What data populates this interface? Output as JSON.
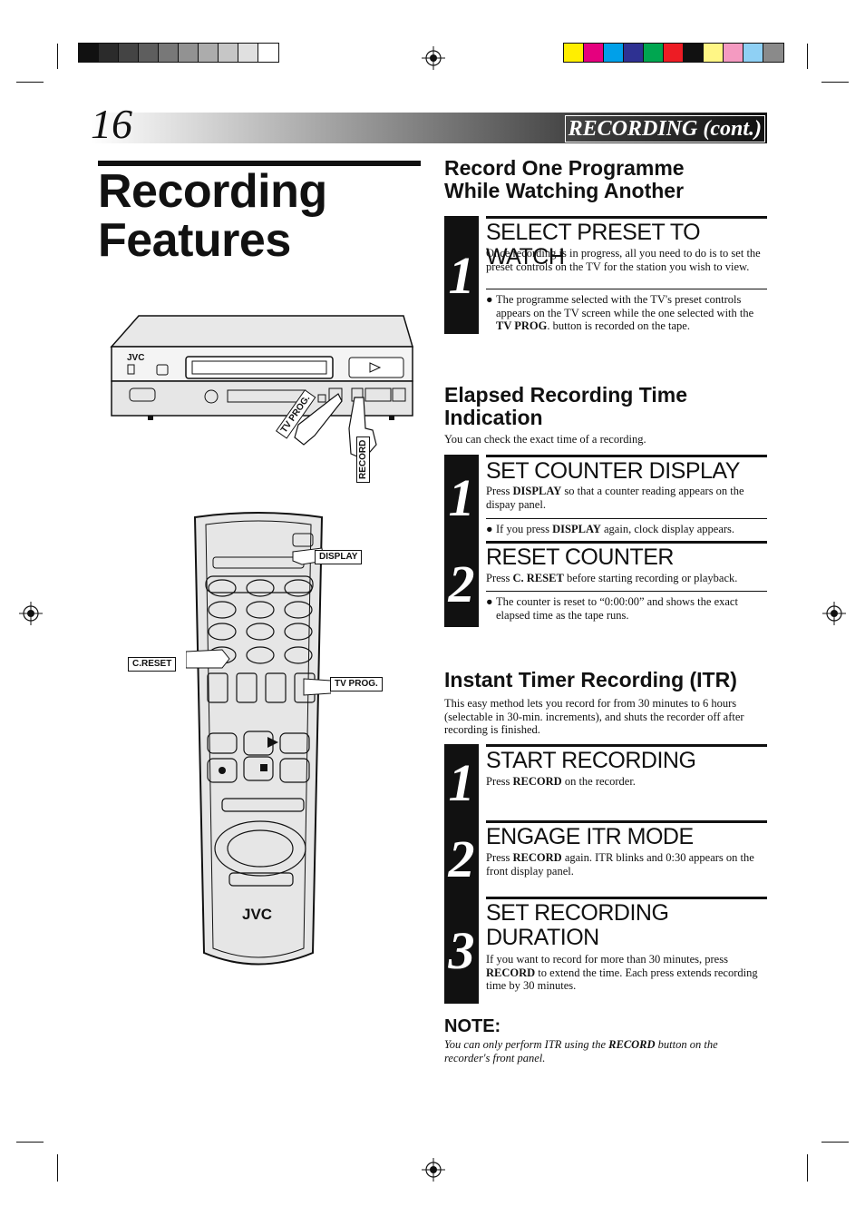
{
  "page": {
    "number": "16",
    "section": "RECORDING (cont.)",
    "title_line1": "Recording",
    "title_line2": "Features"
  },
  "colors": {
    "gray_bar": [
      "#111111",
      "#2b2b2b",
      "#444444",
      "#5e5e5e",
      "#787878",
      "#929292",
      "#acacac",
      "#c6c6c6",
      "#e0e0e0",
      "#ffffff"
    ],
    "color_bar": [
      "#ffee00",
      "#e5007e",
      "#00a0e9",
      "#2e3192",
      "#00a650",
      "#ed1c24",
      "#111111",
      "#fff685",
      "#f49ac1",
      "#8fd0f4",
      "#8a8a8a"
    ]
  },
  "illustration": {
    "vcr_brand": "JVC",
    "remote_brand": "JVC",
    "labels": {
      "tv_prog_vcr": "TV PROG.",
      "record": "RECORD",
      "display": "DISPLAY",
      "c_reset": "C.RESET",
      "tv_prog_remote": "TV PROG."
    }
  },
  "sections": {
    "one_programme": {
      "heading_line1": "Record One Programme",
      "heading_line2": "While Watching Another",
      "step1": {
        "number": "1",
        "title": "SELECT PRESET TO WATCH",
        "text": "Once recording is in progress, all you need to do is to set the preset controls on the TV for the station you wish to view.",
        "bullet_pre": "The programme selected with the TV's preset controls appears on the TV screen while the one selected with the ",
        "bullet_bold": "TV PROG",
        "bullet_post": ". button is recorded on the tape."
      }
    },
    "elapsed": {
      "heading_line1": "Elapsed Recording Time",
      "heading_line2": "Indication",
      "intro": "You can check the exact time of a recording.",
      "step1": {
        "number": "1",
        "title": "SET COUNTER DISPLAY",
        "text_pre": "Press ",
        "text_bold": "DISPLAY",
        "text_post": " so that a counter reading appears on the dispay panel.",
        "bullet_pre": "If you press ",
        "bullet_bold": "DISPLAY",
        "bullet_post": " again, clock display appears."
      },
      "step2": {
        "number": "2",
        "title": "RESET COUNTER",
        "text_pre": "Press ",
        "text_bold": "C. RESET",
        "text_post": " before starting recording or playback.",
        "bullet": "The counter is reset to “0:00:00” and shows the exact elapsed time as the tape runs."
      }
    },
    "itr": {
      "heading": "Instant Timer Recording (ITR)",
      "intro": "This easy method lets you record for from 30 minutes to 6 hours (selectable in 30-min. increments), and shuts the recorder off after recording is finished.",
      "step1": {
        "number": "1",
        "title": "START RECORDING",
        "text_pre": "Press ",
        "text_bold": "RECORD",
        "text_post": " on the recorder."
      },
      "step2": {
        "number": "2",
        "title": "ENGAGE ITR MODE",
        "text_pre": "Press ",
        "text_bold": "RECORD",
        "text_post": " again. ITR blinks and 0:30 appears on the front display panel."
      },
      "step3": {
        "number": "3",
        "title_line1": "SET RECORDING",
        "title_line2": "DURATION",
        "text_pre": "If you want to record for more than 30 minutes, press ",
        "text_bold": "RECORD",
        "text_post": " to extend the time. Each press extends recording time by 30 minutes."
      }
    },
    "note": {
      "heading": "NOTE:",
      "text_pre": "You can only perform ITR using the ",
      "text_bold": "RECORD",
      "text_post": " button on the recorder's front panel."
    }
  }
}
